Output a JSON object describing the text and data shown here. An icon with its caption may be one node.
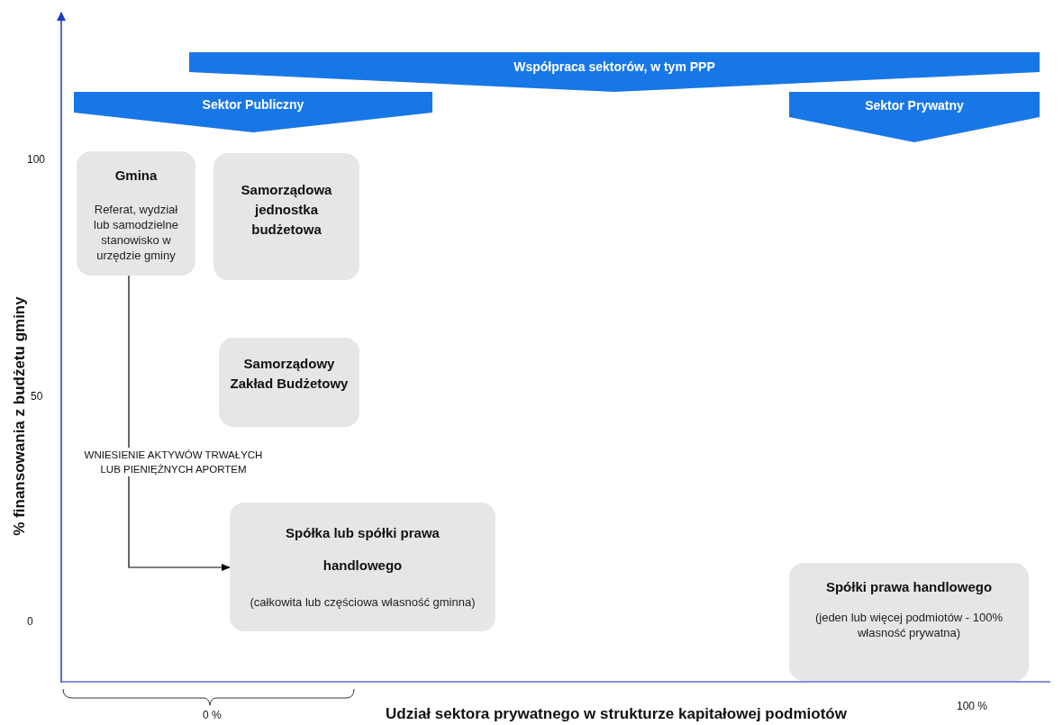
{
  "diagram": {
    "nodes": [
      {
        "text": [
          "Współpraca sektorów, w tym PPP"
        ]
      },
      {
        "text": [
          "Sektor Publiczny"
        ]
      },
      {
        "text": [
          "Sektor Prywatny"
        ]
      },
      {
        "text": [
          "Gmina",
          "Referat, wydział lub samodzielne stanowisko  w urzędzie gminy"
        ]
      },
      {
        "text": [
          "Samorządowa jednostka budżetowa"
        ]
      },
      {
        "text": [
          "Samorządowy Zakład Budżetowy"
        ]
      },
      {
        "text": [
          "Spółka lub spółki prawa handlowego",
          "(całkowita lub częściowa własność gminna)"
        ]
      },
      {
        "text": [
          "Spółki prawa handlowego",
          "(jeden lub więcej podmiotów - 100% własność prywatna)"
        ]
      }
    ],
    "edges": [
      {
        "from": 3,
        "to": 6,
        "arrow": "to",
        "label": "WNIESIENIE AKTYWÓW TRWAŁYCH LUB PIENIĘŻNYCH APORTEM"
      }
    ],
    "labels": [
      "100",
      "50",
      "0",
      "% finansowania z budżetu gminy",
      "0 %",
      "Udział sektora prywatnego w strukturze kapitałowej podmiotów",
      "100 %"
    ]
  }
}
